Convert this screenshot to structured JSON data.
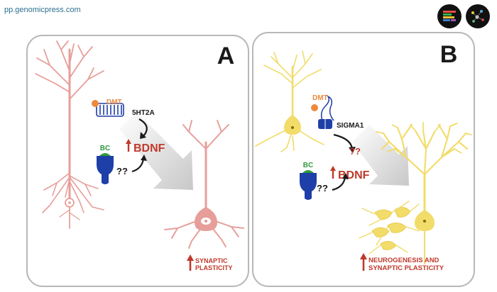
{
  "header": {
    "site": "pp.genomicpress.com"
  },
  "panel_a": {
    "letter": "A",
    "dmt": "DMT",
    "receptor": "5HT2A",
    "bc": "BC",
    "unknown": "??",
    "bdnf": "BDNF",
    "outcome_line1": "SYNAPTIC",
    "outcome_line2": "PLASTICITY"
  },
  "panel_b": {
    "letter": "B",
    "dmt": "DMT",
    "receptor": "SIGMA1",
    "unknown_top": "??",
    "bc": "BC",
    "unknown": "??",
    "bdnf": "BDNF",
    "outcome_line1": "NEUROGENESIS AND",
    "outcome_line2": "SYNAPTIC PLASTICITY"
  },
  "colors": {
    "panel_border": "#b8b8b8",
    "neuron_pink": "#e79e9a",
    "neuron_yellow": "#f2dc6a",
    "receptor_blue": "#1f3fa8",
    "bc_green": "#2e9a3c",
    "dmt_orange": "#ee8a3c",
    "bdnf_red": "#c0392b",
    "arrow_gray": "#d2d2d2"
  }
}
